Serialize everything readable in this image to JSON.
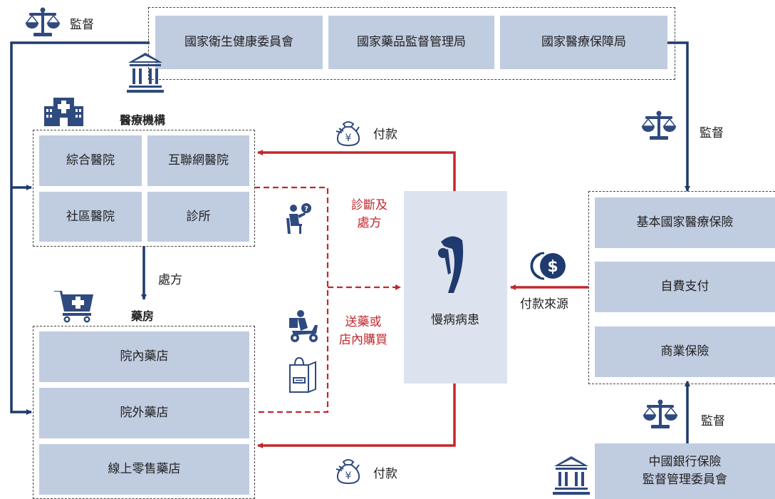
{
  "regulators": {
    "nhc": "國家衛生健康委員會",
    "nmpa": "國家藥品監督管理局",
    "nhsa": "國家醫療保障局"
  },
  "labels": {
    "supervise_top": "監督",
    "supervise_right": "監督",
    "supervise_bottom": "監督",
    "prescription_flow": "處方",
    "payment_top": "付款",
    "payment_bottom": "付款",
    "payment_source": "付款來源",
    "diagnosis": "診斷及\n處方",
    "delivery": "送藥或\n店內購買"
  },
  "medical": {
    "title": "醫療機構",
    "items": [
      "綜合醫院",
      "互聯網醫院",
      "社區醫院",
      "診所"
    ]
  },
  "pharmacy": {
    "title": "藥房",
    "items": [
      "院內藥店",
      "院外藥店",
      "線上零售藥店"
    ]
  },
  "patient": {
    "label": "慢病病患"
  },
  "payers": {
    "items": [
      "基本國家醫療保險",
      "自費支付",
      "商業保險"
    ]
  },
  "cbirc": {
    "label": "中國銀行保險\n監督管理委員會"
  },
  "colors": {
    "navy": "#1f3a6e",
    "red": "#c0282e",
    "box": "#c0cce0",
    "patient_bg": "#dde3ee"
  },
  "icons": [
    "scale-icon",
    "government-building-icon",
    "hospital-icon",
    "pharmacy-cart-icon",
    "money-bag-icon",
    "doctor-consult-icon",
    "delivery-scooter-icon",
    "shopping-bag-icon",
    "dollar-coins-icon",
    "patient-figure-icon"
  ]
}
